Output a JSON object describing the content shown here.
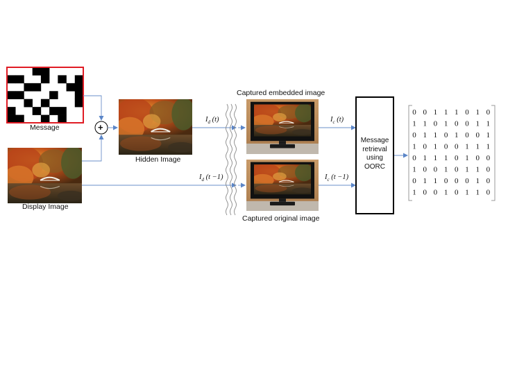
{
  "labels": {
    "message": "Message",
    "display_image": "Display Image",
    "hidden_image": "Hidden Image",
    "captured_embedded": "Captured embedded image",
    "captured_original": "Captured original image",
    "plus": "+",
    "retrieval_line1": "Message",
    "retrieval_line2": "retrieval",
    "retrieval_line3": "using",
    "retrieval_line4": "OORC"
  },
  "math": {
    "id_t_base": "I",
    "id_t_sub": "d",
    "id_t_arg": "(t)",
    "id_t1_base": "I",
    "id_t1_sub": "d",
    "id_t1_arg": "(t −1)",
    "ic_t_base": "I",
    "ic_t_sub": "c",
    "ic_t_arg": "(t)",
    "ic_t1_base": "I",
    "ic_t1_sub": "c",
    "ic_t1_arg": "(t −1)"
  },
  "colors": {
    "arrow": "#6a8fc8",
    "message_border": "#e01b24",
    "box_border": "#000000"
  },
  "message_pattern": [
    [
      0,
      0,
      0,
      1,
      1,
      0,
      0,
      0,
      0
    ],
    [
      1,
      1,
      0,
      0,
      1,
      0,
      1,
      0,
      1
    ],
    [
      0,
      0,
      1,
      1,
      0,
      0,
      0,
      1,
      1
    ],
    [
      1,
      1,
      0,
      0,
      0,
      1,
      0,
      0,
      1
    ],
    [
      0,
      0,
      1,
      0,
      1,
      0,
      0,
      0,
      1
    ],
    [
      1,
      0,
      0,
      1,
      0,
      1,
      1,
      0,
      0
    ],
    [
      1,
      1,
      0,
      0,
      1,
      0,
      1,
      0,
      0
    ]
  ],
  "matrix": [
    [
      "0",
      "0",
      "1",
      "1",
      "1",
      "0",
      "1",
      "0"
    ],
    [
      "1",
      "1",
      "0",
      "1",
      "0",
      "0",
      "1",
      "1"
    ],
    [
      "0",
      "1",
      "1",
      "0",
      "1",
      "0",
      "0",
      "1"
    ],
    [
      "1",
      "0",
      "1",
      "0",
      "0",
      "1",
      "1",
      "1"
    ],
    [
      "0",
      "1",
      "1",
      "1",
      "0",
      "1",
      "0",
      "0"
    ],
    [
      "1",
      "0",
      "0",
      "1",
      "0",
      "1",
      "1",
      "0"
    ],
    [
      "0",
      "1",
      "1",
      "0",
      "0",
      "0",
      "1",
      "0"
    ],
    [
      "1",
      "0",
      "0",
      "1",
      "0",
      "1",
      "1",
      "0"
    ]
  ]
}
